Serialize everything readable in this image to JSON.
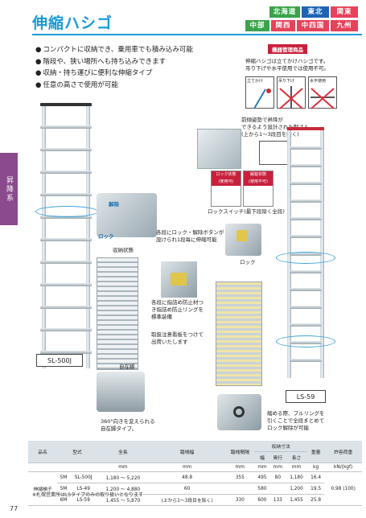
{
  "title": "伸縮ハシゴ",
  "regions": [
    {
      "label": "北海道",
      "color": "#3aa34a"
    },
    {
      "label": "東北",
      "color": "#1f63b3"
    },
    {
      "label": "関東",
      "color": "#e6425a"
    },
    {
      "label": "中部",
      "color": "#3aa34a"
    },
    {
      "label": "関西",
      "color": "#e6425a"
    },
    {
      "label": "中四国",
      "color": "#e6425a"
    },
    {
      "label": "九州",
      "color": "#e6425a"
    }
  ],
  "side_tab": "昇降系",
  "features": [
    "コンパクトに収納でき、乗用車でも積み込み可能",
    "階段や、狭い場所へも持ち込みできます",
    "収納・持ち運びに便利な伸縮タイプ",
    "任意の高さで使用が可能"
  ],
  "badge": "機器管理商品",
  "usage_note": [
    "伸縮ハシゴは立てかけハシゴです。",
    "吊り下げや水平使用では使用不可。"
  ],
  "usage_signs": [
    "立てかけ",
    "吊り下げ",
    "水平使用"
  ],
  "posture_note": [
    "前傾姿勢で昇降が",
    "できるよう設計された製さん",
    "(上から1〜3段目を除く)"
  ],
  "lock_states": [
    "ロック状態",
    "(使用可)",
    "解錠状態",
    "(使用不可)"
  ],
  "lock_switch_note": "ロックスイッチ(最下段除く全段)",
  "unlock_label": "解除",
  "lock_label": "ロック",
  "stored_state": "収納状態",
  "button_note": [
    "各段にロック・解除ボタンが",
    "設けられ1段毎に伸縮可能"
  ],
  "lock_label_2": "ロック",
  "finger_note": [
    "各段に指詰め防止材つ",
    "き指詰め防止リングを",
    "標準装備"
  ],
  "caution_note": [
    "取扱注意看板をつけて",
    "出荷いたします"
  ],
  "model_sl": "SL-500J",
  "free_foot": "自在脚",
  "foot_note": [
    "360°向きを変えられる",
    "自在脚タイプ。"
  ],
  "model_ls": "LS-59",
  "pull_note": [
    "縮める際、プルリングを",
    "引くことで全段まとめて",
    "ロック解除が可能"
  ],
  "table": {
    "header_main": [
      "品名",
      "型式",
      "全長",
      "踏桟幅",
      "踏桟間隔",
      "収納寸法",
      "重量",
      "許容荷重"
    ],
    "sub_dims": [
      "幅",
      "奥行",
      "長さ"
    ],
    "units": [
      "mm",
      "mm",
      "mm",
      "mm",
      "mm",
      "mm",
      "kg",
      "kN/(kgf)"
    ],
    "product_name": "伸縮梯子",
    "rows": [
      {
        "length": "5M",
        "model": "SL-500J",
        "total": "1,180 〜 5,220",
        "tread": "48.8",
        "interval": "355",
        "w": "495",
        "d": "80",
        "l": "1,180",
        "weight": "16.4"
      },
      {
        "length": "5M",
        "model": "LS-49",
        "total": "1,200 〜 4,880",
        "tread": "60",
        "interval": "",
        "w": "580",
        "d": "",
        "l": "1,200",
        "weight": "19.5"
      },
      {
        "length": "6M",
        "model": "LS-59",
        "total": "1,455 〜 5,870",
        "tread": "(上から1〜3段目を除く)",
        "interval": "330",
        "w": "600",
        "d": "133",
        "l": "1,455",
        "weight": "25.8"
      }
    ],
    "load": "0.98 (100)"
  },
  "footnote": "※札幌営業所はLSタイプのみの取り扱いとなります",
  "page_number": "77"
}
